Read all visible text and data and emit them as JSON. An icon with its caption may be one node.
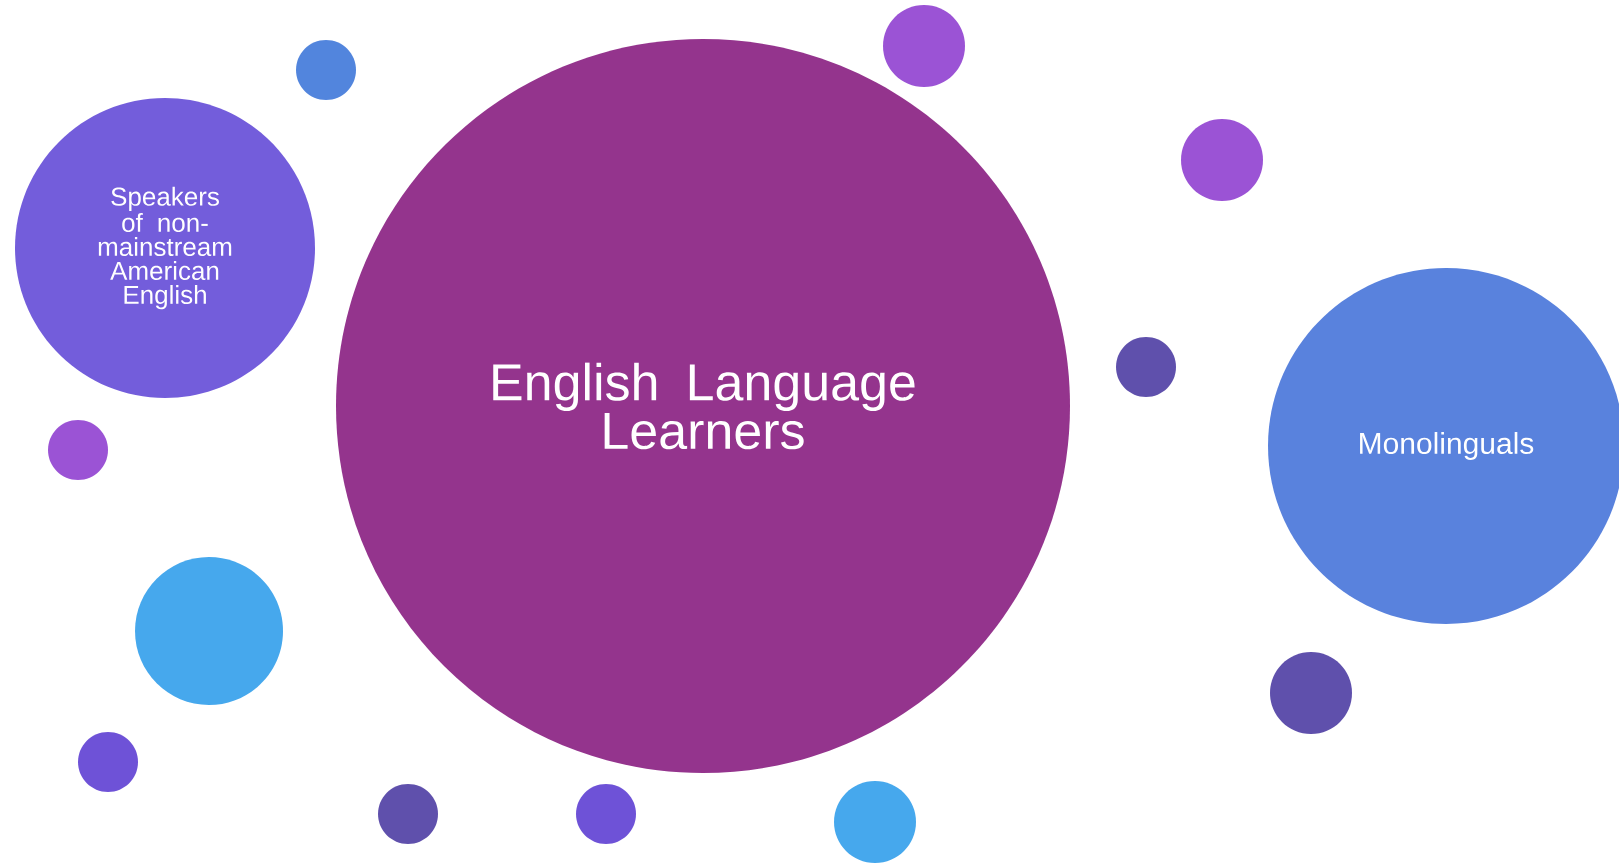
{
  "diagram": {
    "nodes": [
      {
        "text": [
          "Speakers of non-mainstream American English"
        ]
      },
      {
        "text": [
          "English Language Learners"
        ]
      },
      {
        "text": [
          "Monolinguals"
        ]
      },
      {
        "text": [],
        "shape": "circle"
      },
      {
        "text": [],
        "shape": "circle"
      },
      {
        "text": [],
        "shape": "circle"
      },
      {
        "text": [],
        "shape": "circle"
      },
      {
        "text": [],
        "shape": "circle"
      },
      {
        "text": [],
        "shape": "circle"
      },
      {
        "text": [],
        "shape": "circle"
      },
      {
        "text": [],
        "shape": "circle"
      },
      {
        "text": [],
        "shape": "circle"
      },
      {
        "text": [],
        "shape": "circle"
      },
      {
        "text": [],
        "shape": "circle"
      }
    ]
  }
}
